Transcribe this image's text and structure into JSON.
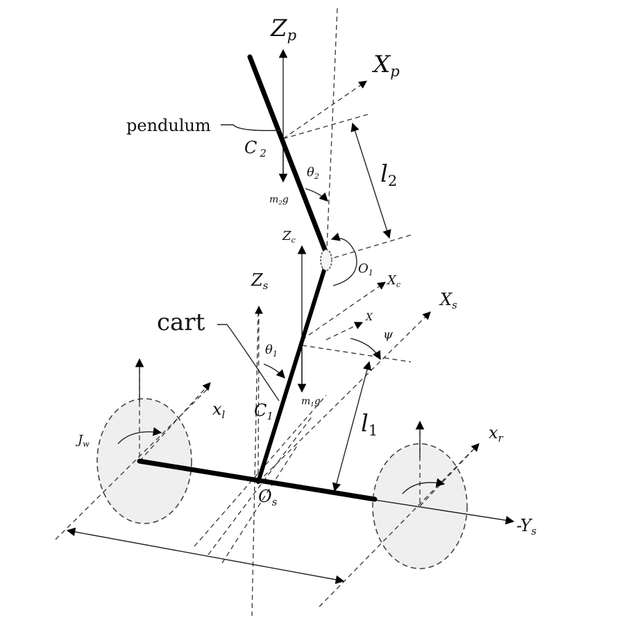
{
  "labels": {
    "zp": "Z",
    "zp_sub": "p",
    "xp": "X",
    "xp_sub": "p",
    "pendulum": "pendulum",
    "c2": "C",
    "c2_sub": "2",
    "theta2": "θ",
    "theta2_sub": "2",
    "m2g": "m",
    "m2g_sub": "2",
    "m2g_g": "g",
    "l2": "l",
    "l2_sub": "2",
    "zc": "Z",
    "zc_sub": "c",
    "o1": "O",
    "o1_sub": "1",
    "xc": "X",
    "xc_sub": "c",
    "zs": "Z",
    "zs_sub": "s",
    "xs": "X",
    "xs_sub": "s",
    "cart": "cart",
    "x_small": "X",
    "psi": "ψ",
    "theta1": "θ",
    "theta1_sub": "1",
    "c1": "C",
    "c1_sub": "1",
    "m1g": "m",
    "m1g_sub": "1",
    "m1g_g": "g",
    "xl": "x",
    "xl_sub": "l",
    "xr": "x",
    "xr_sub": "r",
    "l1": "l",
    "l1_sub": "1",
    "jw": "J",
    "jw_sub": "w",
    "os": "O",
    "os_sub": "s",
    "ys": "-Y",
    "ys_sub": "s"
  }
}
